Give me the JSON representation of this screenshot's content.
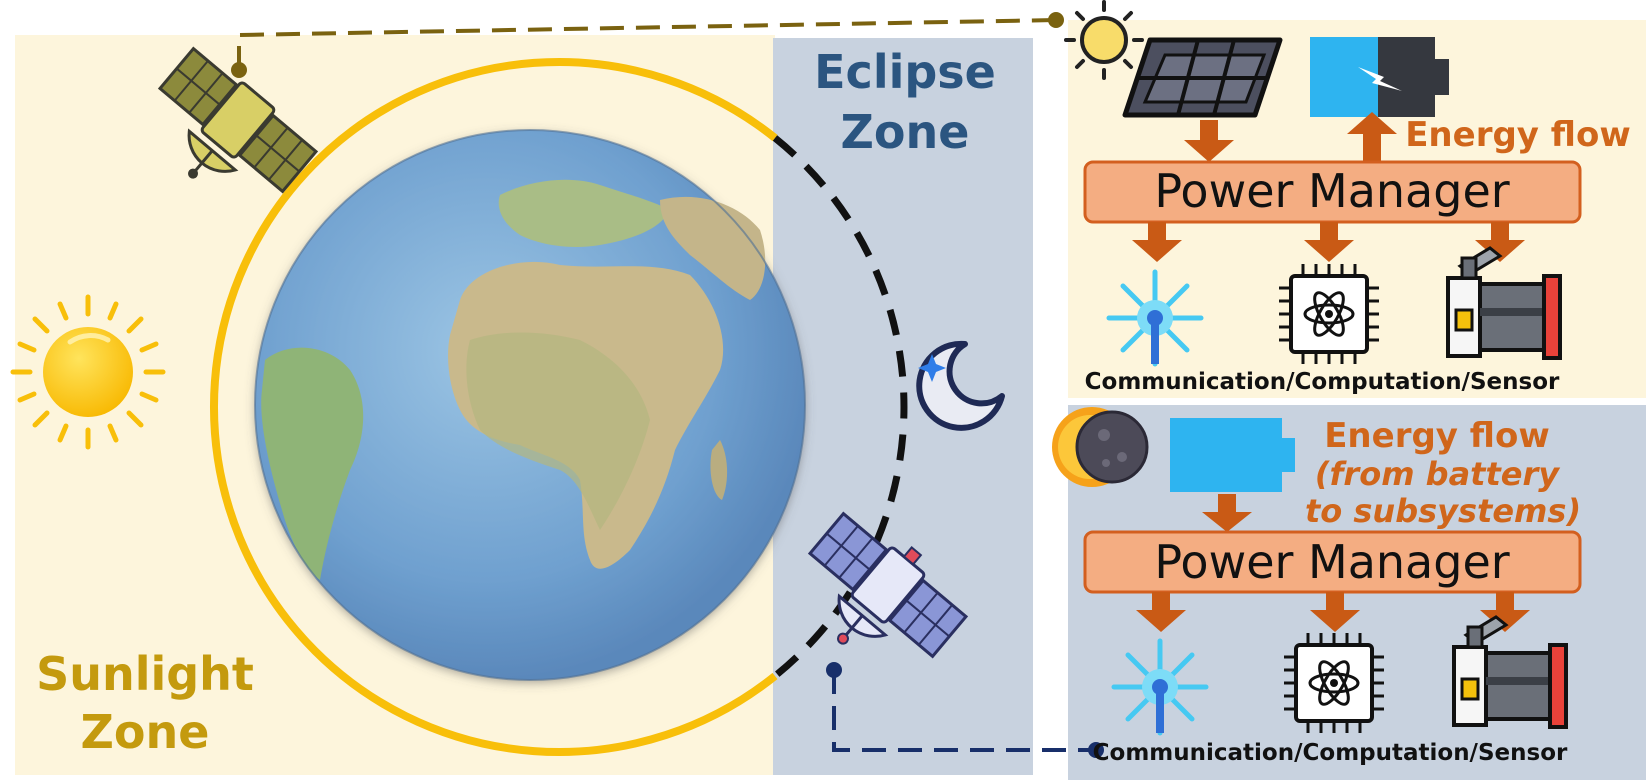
{
  "zones": {
    "sunlight": {
      "line1": "Sunlight",
      "line2": "Zone"
    },
    "eclipse": {
      "line1": "Eclipse",
      "line2": "Zone"
    }
  },
  "sunlit_panel": {
    "manager_label": "Power Manager",
    "flow_label": "Energy flow",
    "subsystems_label": "Communication/Computation/Sensor"
  },
  "eclipse_panel": {
    "manager_label": "Power Manager",
    "flow_line1": "Energy flow",
    "flow_line2": "(from battery",
    "flow_line3": "to subsystems)",
    "subsystems_label": "Communication/Computation/Sensor"
  },
  "icons": {
    "sun": "sun-icon",
    "moon": "moon-icon",
    "eclipse": "eclipse-icon",
    "satellite": "satellite-icon",
    "solar_panel": "solar-panel-icon",
    "battery": "battery-icon",
    "antenna": "antenna-icon",
    "chip": "atom-chip-icon",
    "camera": "camera-icon",
    "earth": "earth-globe"
  },
  "colors": {
    "sunlight_bg": "#fdf5dc",
    "eclipse_bg": "#c8d2df",
    "orbit": "#f8bf0a",
    "zone_text_sun": "#c49a0e",
    "zone_text_eclipse": "#2b5580",
    "manager_fill": "#f4ad82",
    "manager_stroke": "#d35f1f",
    "arrow": "#c95a15",
    "flow_text": "#d0661b",
    "battery_blue": "#2eb4f0",
    "link_sun": "#7a6210",
    "link_eclipse": "#182f6a"
  }
}
